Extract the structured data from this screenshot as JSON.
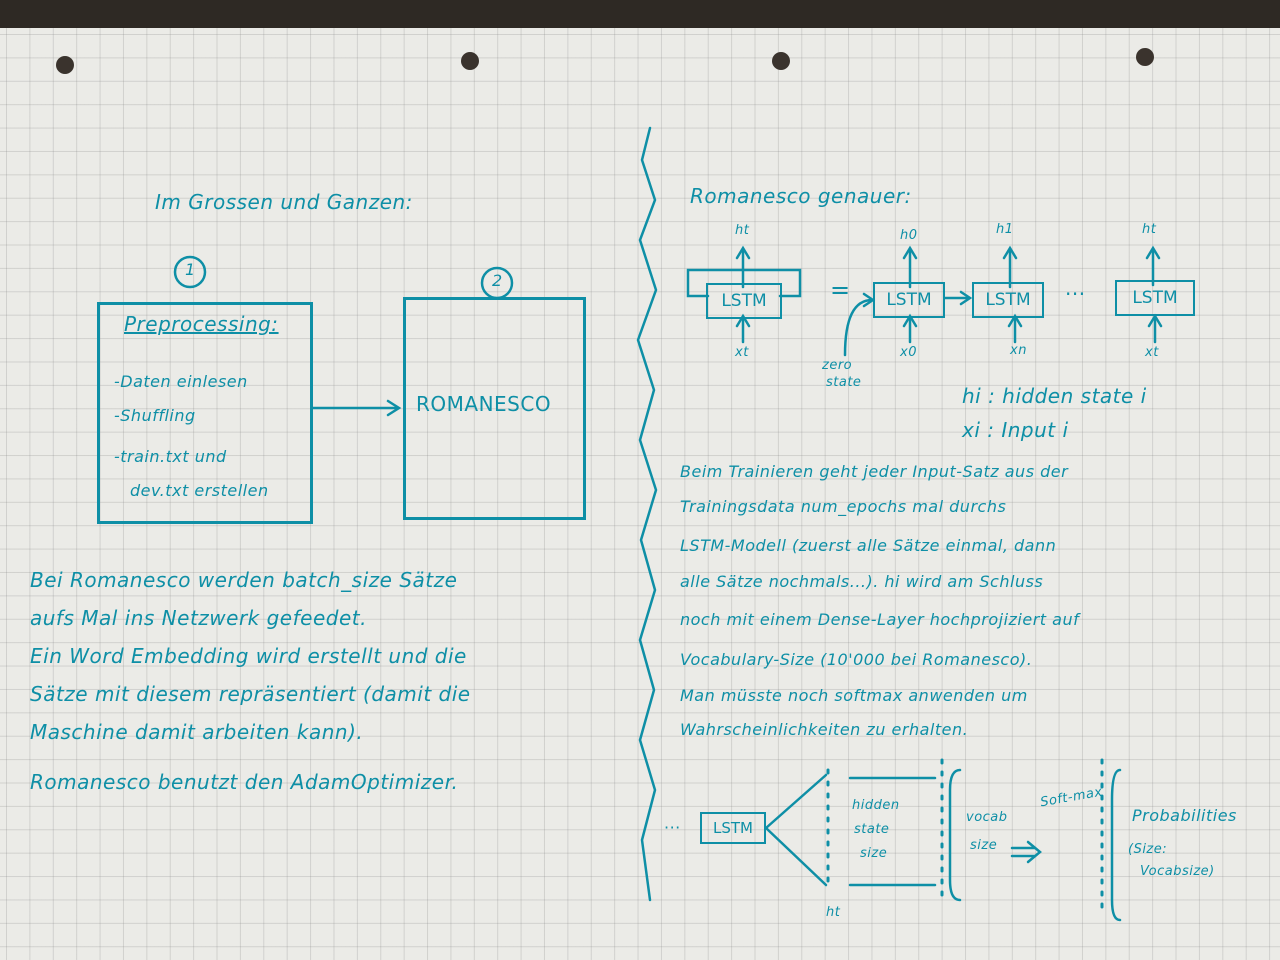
{
  "left": {
    "heading": "Im Grossen und Ganzen:",
    "step1_num": "1",
    "step2_num": "2",
    "pre_title": "Preprocessing:",
    "pre_items": [
      "-Daten einlesen",
      "-Shuffling",
      "-train.txt und",
      "dev.txt erstellen"
    ],
    "romanesco_box": "ROMANESCO",
    "para1": [
      "Bei Romanesco werden batch_size Sätze",
      "aufs Mal ins Netzwerk gefeedet.",
      "Ein Word Embedding wird erstellt und die",
      "Sätze mit diesem repräsentiert (damit die",
      "Maschine damit arbeiten kann)."
    ],
    "para2": "Romanesco benutzt den AdamOptimizer."
  },
  "right": {
    "heading": "Romanesco genauer:",
    "lstm": "LSTM",
    "eq": "=",
    "ht": "ht",
    "xt": "xt",
    "h0": "h0",
    "h1": "h1",
    "hlast": "ht",
    "x0": "x0",
    "x1": "xn",
    "xlast": "xt",
    "dots": "···",
    "zero_state": [
      "zero",
      "state"
    ],
    "legend": [
      "hi : hidden state i",
      "xi : Input i"
    ],
    "para": [
      "Beim Trainieren geht jeder Input-Satz aus der",
      "Trainingsdata num_epochs mal durchs",
      "LSTM-Modell (zuerst alle Sätze einmal, dann",
      "alle Sätze nochmals...). hi wird am Schluss",
      "noch mit einem Dense-Layer hochprojiziert auf",
      "Vocabulary-Size (10'000 bei Romanesco).",
      "Man müsste noch softmax anwenden um",
      "Wahrscheinlichkeiten zu erhalten."
    ],
    "bottom_dots": "···",
    "bottom_lstm": "LSTM",
    "hidden_state_size": [
      "hidden",
      "state",
      "size"
    ],
    "vocab_size": [
      "vocab",
      "size"
    ],
    "softmax": "Soft-max",
    "probabilities": "Probabilities",
    "prob_size": [
      "(Size:",
      "Vocabsize)"
    ],
    "ht_bottom": "ht"
  },
  "colors": {
    "ink": "#0e8fa6",
    "paper": "#ebebe7",
    "grid": "#8c8c8c",
    "background": "#2e2924"
  }
}
